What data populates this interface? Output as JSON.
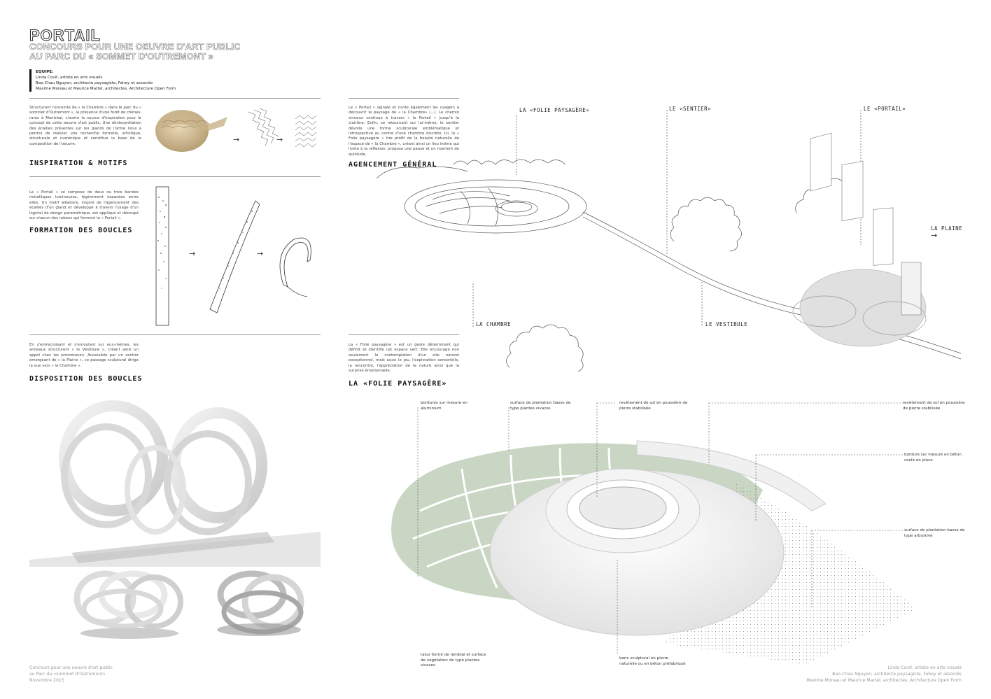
{
  "header": {
    "title": "PORTAIL",
    "subtitle_line1": "CONCOURS POUR UNE OEUVRE D'ART PUBLIC",
    "subtitle_line2": "AU PARC DU « SOMMET D'OUTREMONT »"
  },
  "team": {
    "label": "EQUIPE:",
    "members": [
      "Linda Covit, artiste en arts visuels",
      "Bao-Chau Nguyen, architecte paysagiste, Fahey et associés",
      "Maxime Moreau et Maurice Martel, architectes, Architecture Open Form"
    ]
  },
  "sections": {
    "inspiration": {
      "heading": "INSPIRATION & MOTIFS",
      "text": "Structurant l'enceinte de « la Chambre » dans le parc du « sommet d'Outremont », la présence d'une forêt de chênes, rares à Montréal, s'avère la source d'inspiration pour le concept de cette oeuvre d'art public. Une réinterprétation des écailles présentes sur les glands de l'arbre nous a permis de réaliser une recherche formelle, artistique, structurale et numérique et constitue la base de la composition de l'oeuvre."
    },
    "formation": {
      "heading": "FORMATION DES BOUCLES",
      "text": "Le « Portail » se compose de deux ou trois bandes métalliques lumineuses, légèrement espacées entre elles. Un motif aléatoire, inspiré de l'agencement des écailles d'un gland et développé à travers l'usage d'un logiciel de design paramétrique, est appliqué et découpé sur chacun des rubans qui forment le « Portail »."
    },
    "disposition": {
      "heading": "DISPOSITION DES BOUCLES",
      "text": "En s'entrecroisant et s'enroulant sur eux-mêmes, les anneaux structurent « le Vestibule », créant ainsi un appel chez les promeneurs. Accessible par un sentier émergeant de « la Plaine », ce passage sculptural dirige la vue vers « la Chambre »."
    },
    "agencement": {
      "heading": "AGENCEMENT GÉNÉRAL",
      "text": "Le « Portail » signale et invite également les usagers à découvrir le paysage de « la Chambre» (...). Le chemin sinueux continue à travers « le Portail » jusqu'à la clairière. Enfin, se retournant sur lui-même, le sentier dévoile une forme sculpturale emblématique et introspective au centre d'une chambre discrète. Ici, la « Folie paysagère » tire profit de la beauté naturelle de l'espace de « la Chambre », créant ainsi un lieu intime qui invite à la réflexion, propose une pause et un moment de quiétude."
    },
    "folie": {
      "heading": "LA «FOLIE PAYSAGÈRE»",
      "text": "La « Folie paysagère » est un geste déterminant qui définit et identifie cet espace vert. Elle encourage non seulement la contemplation d'un site naturel exceptionnel, mais aussi le jeu, l'exploration sensorielle, la rencontre, l'appréciation de la nature ainsi que la surprise émotionnelle."
    }
  },
  "site_labels": {
    "folie": "LA «FOLIE PAYSAGÈRE»",
    "sentier": "LE «SENTIER»",
    "portail": "LE «PORTAIL»",
    "plaine": "LA PLAINE",
    "chambre": "LA CHAMBRE",
    "vestibule": "LE VESTIBULE"
  },
  "annotations": {
    "bordures": "bordures sur mesure en aluminium",
    "surface_vivaces": "surface de plantation basse de type plantes vivaces",
    "revetement1": "revêtement de sol en poussière de pierre stabilisée",
    "revetement2": "revêtement de sol en poussière de pierre stabilisée",
    "bordure_beton": "bordure sur mesure en béton coulé en place",
    "surface_arbustive": "surface de plantation basse de type arbustive",
    "talus": "talus formé de remblai et surface de végétation de type plantes vivaces",
    "banc": "banc sculptural en pierre naturelle ou en béton préfabriqué"
  },
  "footer": {
    "left_1": "Concours pour une oeuvre d'art public",
    "left_2": "au Parc du «sommet d'Outremont»",
    "left_3": "Novembre 2015",
    "right_1": "Linda Covit, artiste en arts visuels",
    "right_2": "Bao-Chau Nguyen, architecte paysagiste, Fahey et associés",
    "right_3": "Maxime Moreau et Maurice Martel, architectes, Architecture Open Form"
  },
  "colors": {
    "accent_green": "#c9d6c3",
    "line_gray": "#999999"
  }
}
